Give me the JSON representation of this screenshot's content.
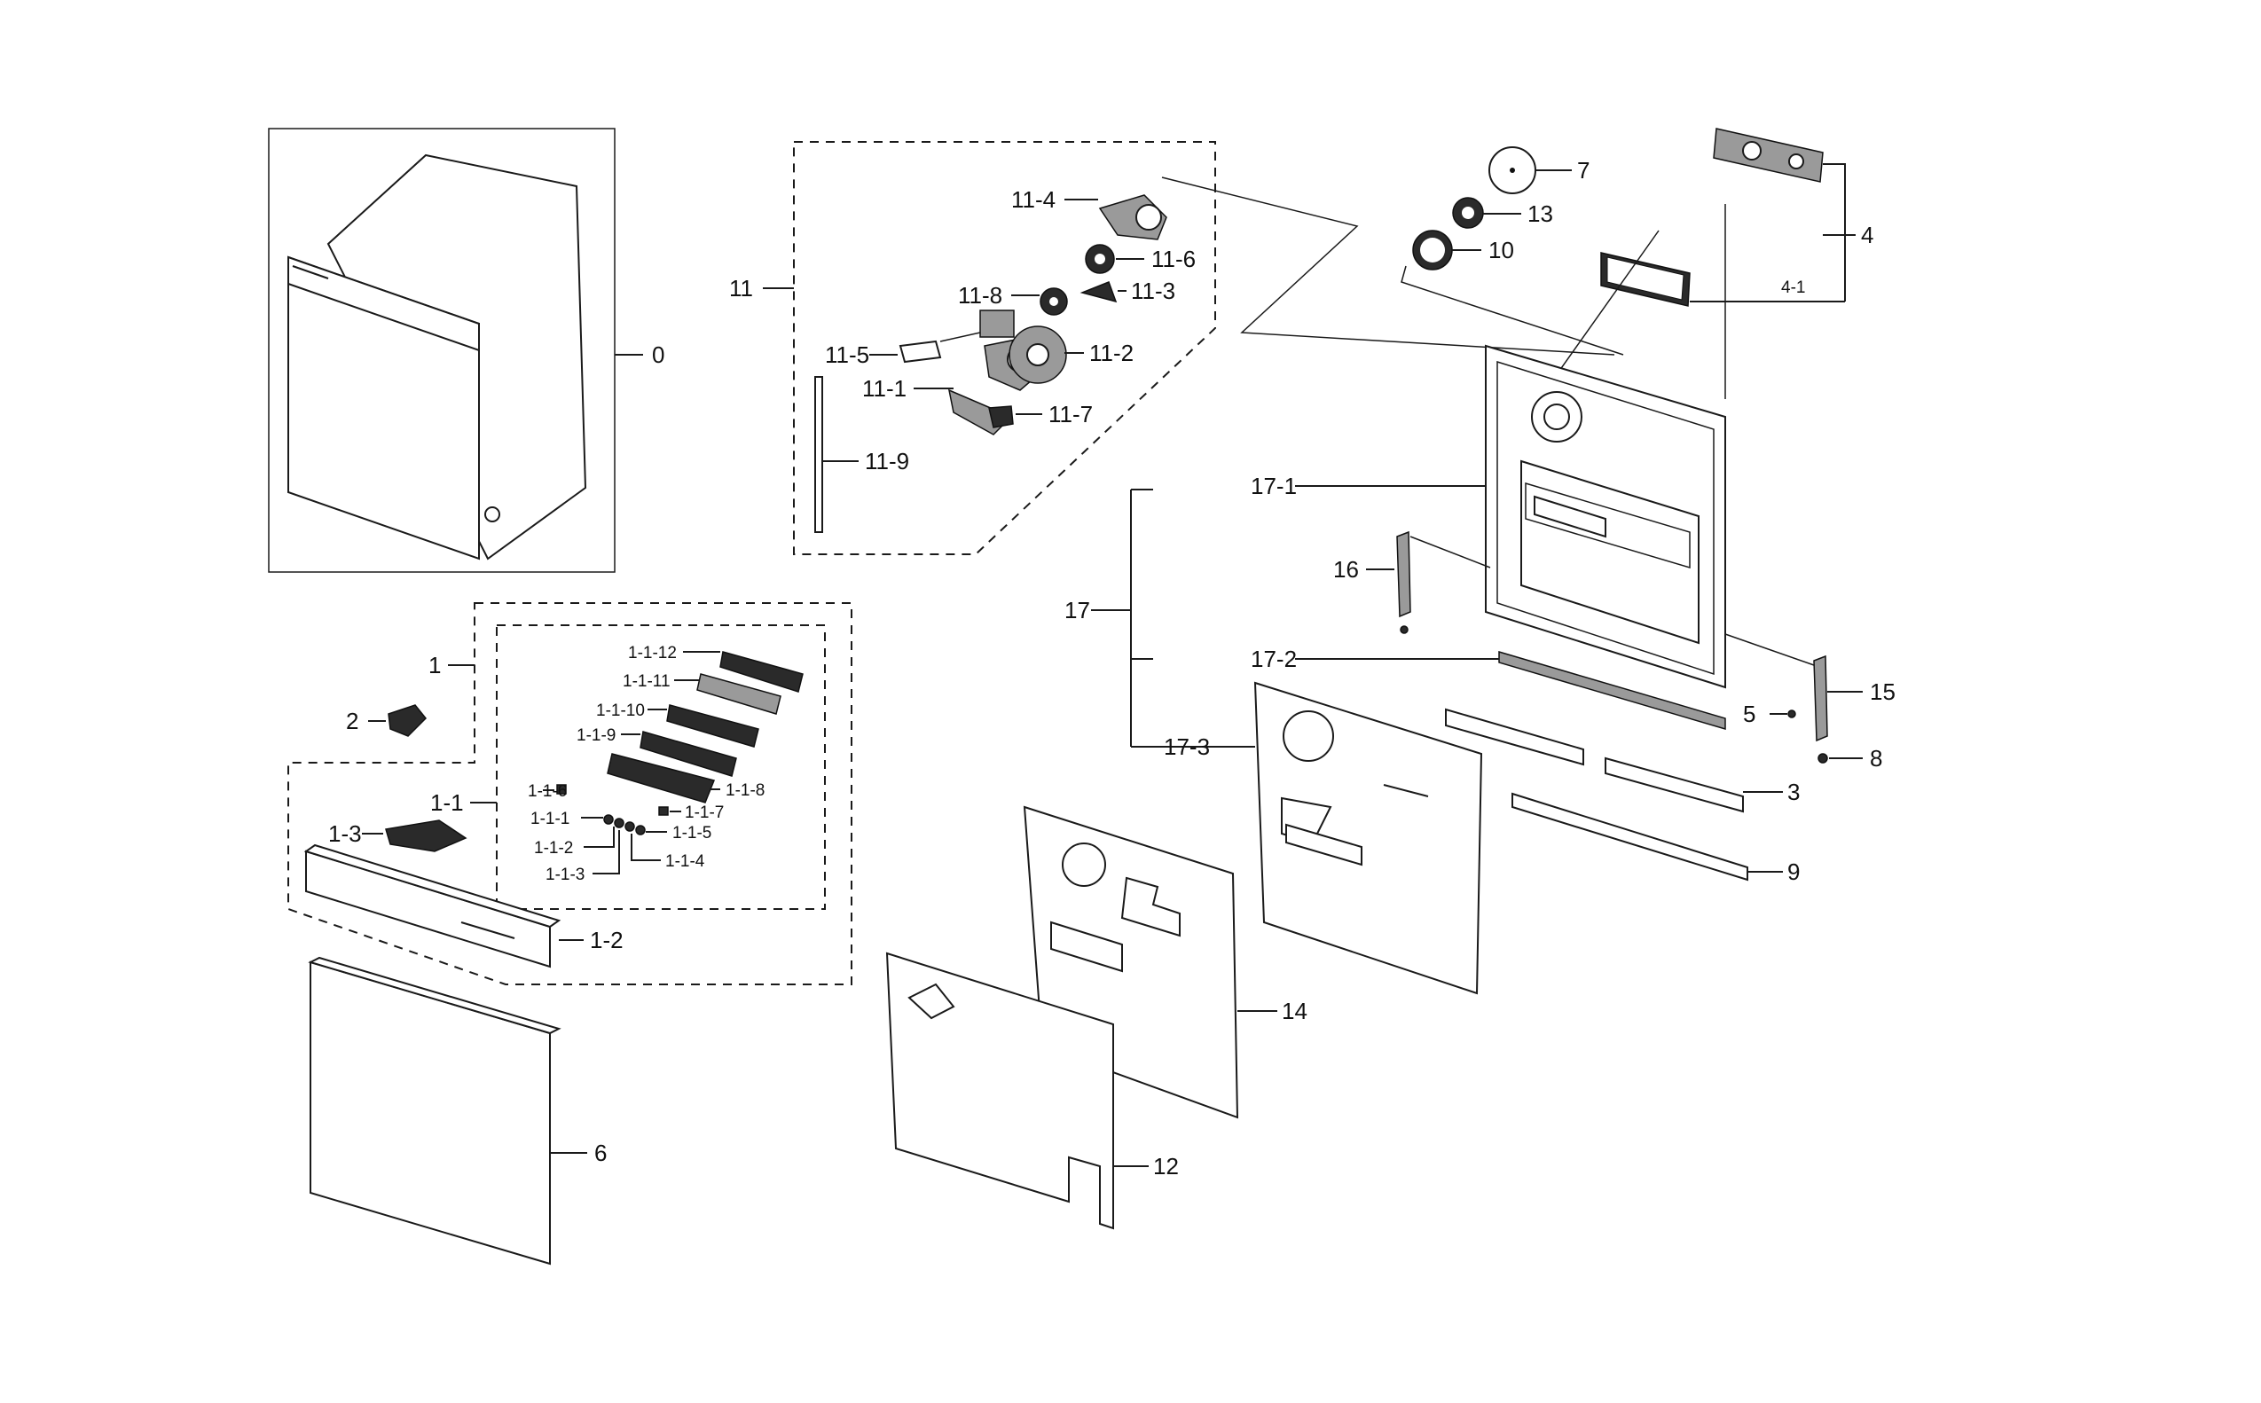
{
  "diagram": {
    "labels": {
      "p0": "0",
      "p1": "1",
      "p1_1": "1-1",
      "p1_1_1": "1-1-1",
      "p1_1_2": "1-1-2",
      "p1_1_3": "1-1-3",
      "p1_1_4": "1-1-4",
      "p1_1_5": "1-1-5",
      "p1_1_6": "1-1-6",
      "p1_1_7": "1-1-7",
      "p1_1_8": "1-1-8",
      "p1_1_9": "1-1-9",
      "p1_1_10": "1-1-10",
      "p1_1_11": "1-1-11",
      "p1_1_12": "1-1-12",
      "p1_2": "1-2",
      "p1_3": "1-3",
      "p2": "2",
      "p3": "3",
      "p4": "4",
      "p4_1": "4-1",
      "p5": "5",
      "p6": "6",
      "p7": "7",
      "p8": "8",
      "p9": "9",
      "p10": "10",
      "p11": "11",
      "p11_1": "11-1",
      "p11_2": "11-2",
      "p11_3": "11-3",
      "p11_4": "11-4",
      "p11_5": "11-5",
      "p11_6": "11-6",
      "p11_7": "11-7",
      "p11_8": "11-8",
      "p11_9": "11-9",
      "p12": "12",
      "p13": "13",
      "p14": "14",
      "p15": "15",
      "p16": "16",
      "p17": "17",
      "p17_1": "17-1",
      "p17_2": "17-2",
      "p17_3": "17-3"
    }
  }
}
